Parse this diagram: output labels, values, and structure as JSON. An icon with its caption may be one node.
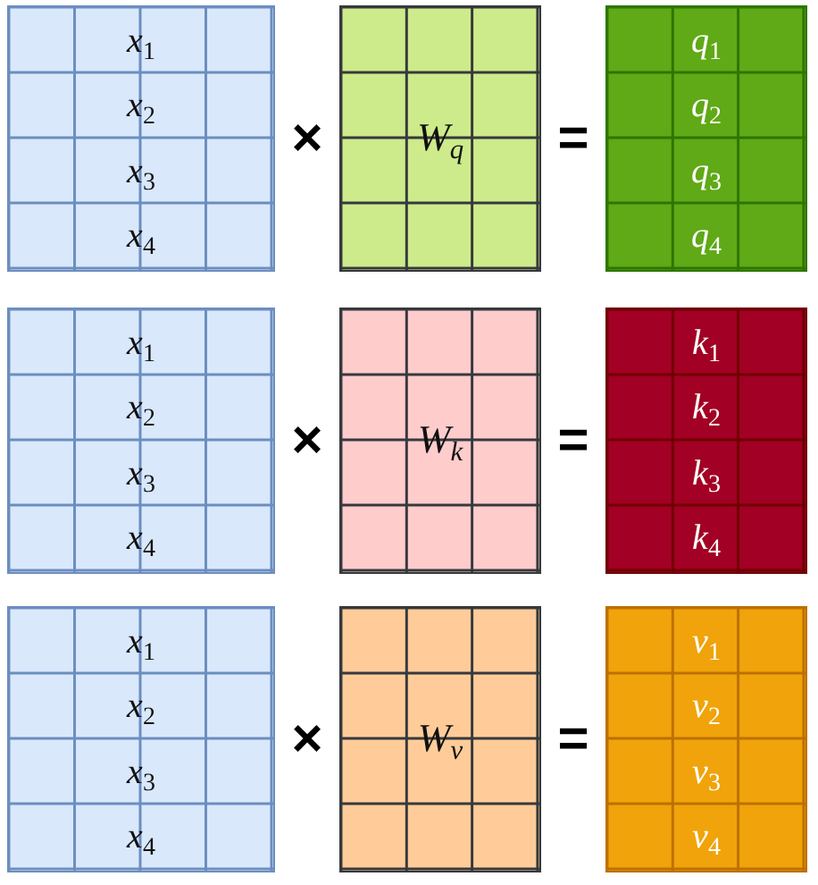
{
  "diagram": {
    "nodes": [
      {
        "text": [
          "x$_{1}$",
          "x$_{2}$",
          "x$_{3}$",
          "x$_{4}$"
        ]
      },
      {
        "text": [
          "W$_{q}$"
        ]
      },
      {
        "text": [
          "q$_{1}$",
          "q$_{2}$",
          "q$_{3}$",
          "q$_{4}$"
        ]
      },
      {
        "text": [
          "x$_{1}$",
          "x$_{2}$",
          "x$_{3}$",
          "x$_{4}$"
        ]
      },
      {
        "text": [
          "W$_{k}$"
        ]
      },
      {
        "text": [
          "k$_{1}$",
          "k$_{2}$",
          "k$_{3}$",
          "k$_{4}$"
        ]
      },
      {
        "text": [
          "x$_{1}$",
          "x$_{2}$",
          "x$_{3}$",
          "x$_{4}$"
        ]
      },
      {
        "text": [
          "W$_{v}$"
        ]
      },
      {
        "text": [
          "v$_{1}$",
          "v$_{2}$",
          "v$_{3}$",
          "v$_{4}$"
        ]
      }
    ],
    "labels": [
      "×",
      "=",
      "×",
      "=",
      "×",
      "="
    ]
  }
}
